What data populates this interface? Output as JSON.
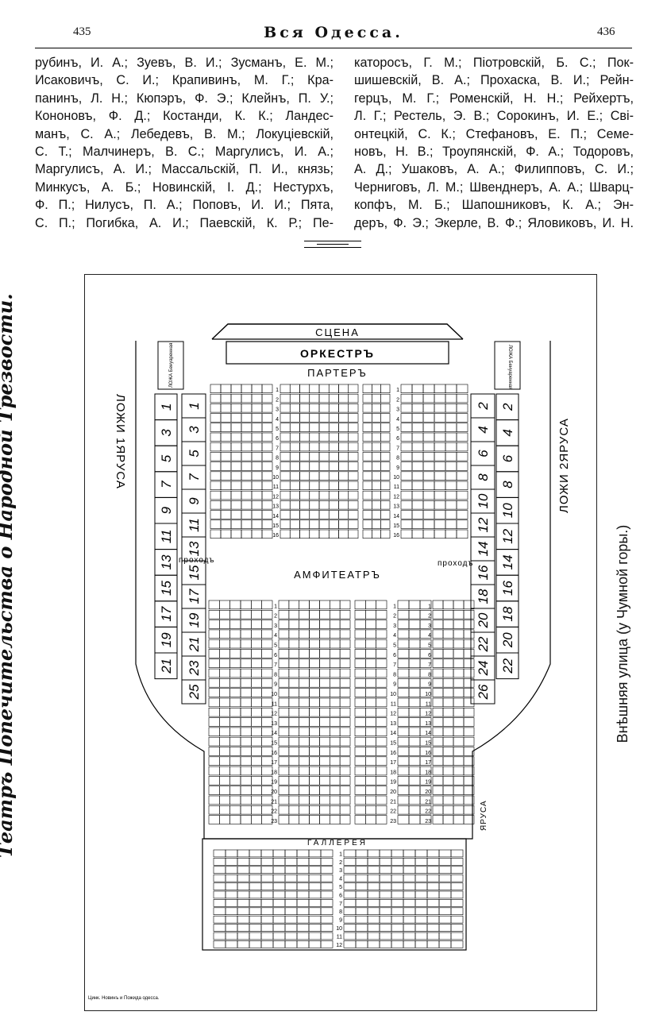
{
  "header": {
    "page_left": "435",
    "title": "Вся Одесса.",
    "page_right": "436"
  },
  "columns": {
    "left": [
      "рубинъ, И. А.; Зуевъ, В. И.; Зусманъ, Е. М.;",
      "Исаковичъ, С. И.; Крапивинъ, М. Г.; Кра-",
      "панинъ, Л. Н.; Кюпэръ, Ф. Э.; Клейнъ, П. У.;",
      "Кононовъ, Ф. Д.; Костанди, К. К.; Ландес-",
      "манъ, С. А.; Лебедевъ, В. М.; Локуціевскій,",
      "С. Т.; Малчинеръ, В. С.; Маргулисъ, И. А.;",
      "Маргулисъ, А. И.; Массальскій, П. И., князь;",
      "Минкусъ, А. Б.; Новинскій, І. Д.; Нестурхъ,",
      "Ф. П.; Нилусъ, П. А.; Поповъ, И. И.; Пята,",
      "С. П.; Погибка, А. И.; Паевскій, К. Р.; Пе-"
    ],
    "right": [
      "каторосъ, Г. М.; Піотровскій, Б. С.; Пок-",
      "шишевскій, В. А.; Прохаска, В. И.; Рейн-",
      "герцъ, М. Г.; Роменскій, Н. Н.; Рейхертъ,",
      "Л. Г.; Рестель, Э. В.; Сорокинъ, И. Е.; Сві-",
      "онтецкій, С. К.; Стефановъ, Е. П.; Семе-",
      "новъ, Н. В.; Троупянскій, Ф. А.; Тодоровъ,",
      "А. Д.; Ушаковъ, А. А.; Филипповъ, С. И.;",
      "Черниговъ, Л. М.; Швенднеръ, А. А.; Шварц-",
      "копфъ, М. Б.; Шапошниковъ, К. А.; Эн-",
      "деръ, Ф. Э.; Экерле, В. Ф.; Яловиковъ, И. Н."
    ]
  },
  "plan": {
    "side_title": "Театръ Попечительства о Народной Трезвости.",
    "street": "Внѣшняя улица (у Чумной горы.)",
    "stage": "СЦЕНА",
    "orchestra": "ОРКЕСТРЪ",
    "parterre": "ПАРТЕРЪ",
    "amphitheatre": "АМФИТЕАТРЪ",
    "gallery": "ГАЛЛЕРЕЯ",
    "passage_left": "проходъ",
    "passage_right": "проходъ",
    "loges_1_tier": "ЛОЖИ 1ЯРУСА",
    "loges_2_tier": "ЛОЖИ 2ЯРУСА",
    "tier_label": "ЯРУСА",
    "loge_benoir_left": "ЛОЖА Бенуаренная",
    "loge_benoir_right": "ЛОЖА Бенуаренная",
    "printer": "Цинк. Новинъ и Пожида одесса.",
    "boxes_outer_left": [
      "1",
      "3",
      "5",
      "7",
      "9",
      "11",
      "13",
      "15",
      "17",
      "19",
      "21"
    ],
    "boxes_inner_left": [
      "1",
      "3",
      "5",
      "7",
      "9",
      "11",
      "13",
      "15",
      "17",
      "19",
      "21",
      "23",
      "25"
    ],
    "boxes_inner_right": [
      "2",
      "4",
      "6",
      "8",
      "10",
      "12",
      "14",
      "16",
      "18",
      "20",
      "22",
      "24",
      "26"
    ],
    "boxes_outer_right": [
      "2",
      "4",
      "6",
      "8",
      "10",
      "12",
      "14",
      "16",
      "18",
      "20",
      "22"
    ],
    "parterre_rows": [
      "1",
      "2",
      "3",
      "4",
      "5",
      "6",
      "7",
      "8",
      "9",
      "10",
      "11",
      "12",
      "13",
      "14",
      "15",
      "16"
    ],
    "amph_rows": [
      "1",
      "2",
      "3",
      "4",
      "5",
      "6",
      "7",
      "8",
      "9",
      "10",
      "11",
      "12",
      "13",
      "14",
      "15",
      "16",
      "17",
      "18",
      "19",
      "20",
      "21",
      "22",
      "23"
    ],
    "gallery_rows": [
      "1",
      "2",
      "3",
      "4",
      "5",
      "6",
      "7",
      "8",
      "9",
      "10",
      "11",
      "12"
    ]
  }
}
